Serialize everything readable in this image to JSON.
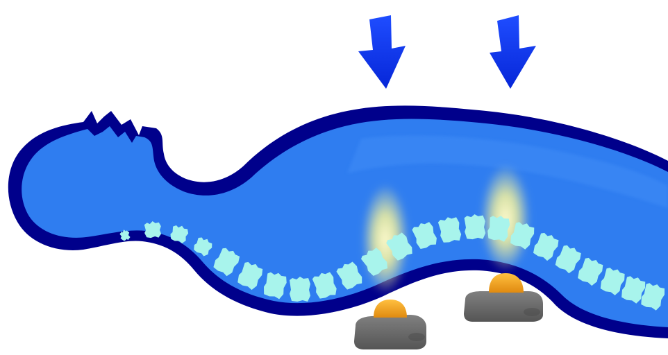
{
  "figure": {
    "type": "illustration",
    "subject": "body-on-heated-massage-rollers",
    "elements": {
      "body": {
        "icon": "reclining-human-silhouette",
        "fill": "#2f7df0",
        "edge": "#00008b"
      },
      "vertebrae": {
        "count": 23,
        "color": "#a8f4ec"
      },
      "pressure_arrows": {
        "count": 2,
        "color": "#0a2ff0",
        "direction": "down"
      },
      "heat_glows": {
        "count": 2,
        "color": "#fff6a0"
      },
      "heat_stones": {
        "count": 2,
        "cap_color": "#f2a418",
        "base_color": "#6e6e6e"
      }
    }
  }
}
